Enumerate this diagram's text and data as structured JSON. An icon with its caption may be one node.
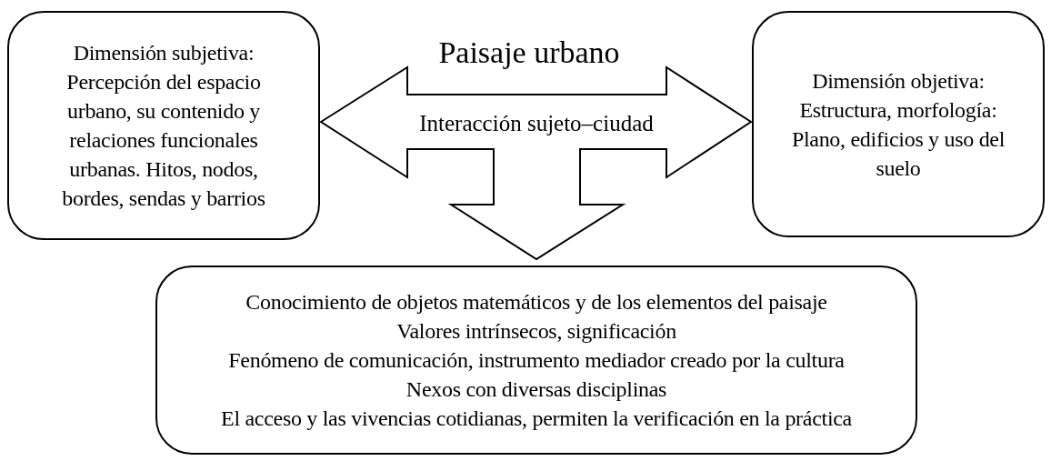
{
  "diagram": {
    "title": "Paisaje urbano",
    "nodes": [
      {
        "text": [
          "Dimensión subjetiva:",
          "Percepción del espacio urbano, su contenido y relaciones funcionales urbanas. Hitos, nodos, bordes, sendas y barrios"
        ]
      },
      {
        "text": [
          "Dimensión objetiva:",
          "Estructura, morfología: Plano, edificios y uso del suelo"
        ]
      },
      {
        "text": [
          "Conocimiento de objetos matemáticos y de los elementos del paisaje",
          "Valores intrínsecos, significación",
          "Fenómeno de comunicación, instrumento mediador creado por la cultura",
          "Nexos con diversas disciplinas",
          "El acceso y las vivencias cotidianas, permiten la verificación en la práctica"
        ]
      }
    ],
    "edges": [
      {
        "from": 0,
        "to": 1,
        "arrow": "both",
        "label": "Interacción sujeto–ciudad"
      },
      {
        "from": null,
        "to": 2,
        "arrow": "to"
      }
    ]
  }
}
